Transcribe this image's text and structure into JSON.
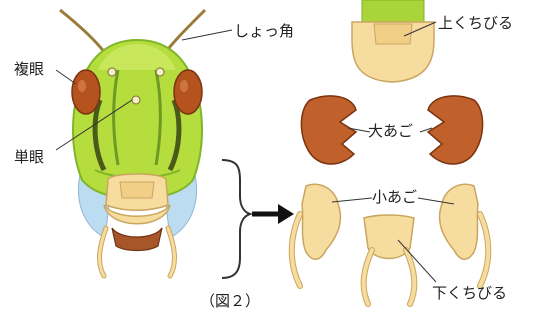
{
  "labels": {
    "antenna": "しょっ角",
    "compound_eye": "複眼",
    "simple_eye": "単眼",
    "upper_lip": "上くちびる",
    "mandible": "大あご",
    "maxilla": "小あご",
    "lower_lip": "下くちびる"
  },
  "caption": "（図２）",
  "colors": {
    "head_green": "#b6dd3e",
    "head_green_dark": "#7fb52a",
    "eye_brown": "#b5531f",
    "cheek_blue": "#bcdcf2",
    "mouth_cream": "#f7dca0",
    "mandible_brown": "#c0602a",
    "line": "#333333"
  }
}
